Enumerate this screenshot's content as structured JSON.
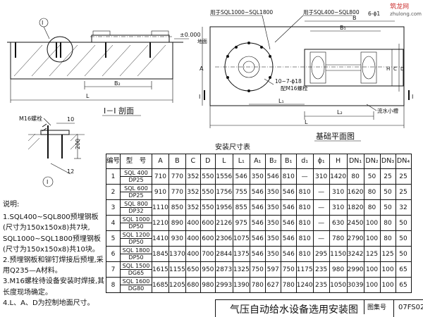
{
  "watermark": {
    "brand": "筑龙网",
    "site": "zhulong.com"
  },
  "section_view": {
    "title": "I－I 剖面",
    "elevation": "±0.000",
    "floor_label": "地面",
    "dim_L": "L",
    "dim_B2": "B₂",
    "section_mark": "I"
  },
  "detail_view": {
    "bolt_label": "M16螺栓",
    "callout_top": "10",
    "callout_bottom": "12",
    "dim_height": "200",
    "detail_mark": "I"
  },
  "plan_view": {
    "title": "基础平面图",
    "note_sql1000": "用于SQL1000~SQL1800",
    "note_sql400": "用于SQL400~SQL800",
    "hole_label": "6-ϕ1",
    "anchor_label": "10~7-ϕ18",
    "bolt_label": "配M16螺栓",
    "drain_label": "流水小槽",
    "dim_B": "B",
    "dim_B1": "B₁",
    "dim_A": "A",
    "dim_C": "C",
    "dim_D": "D",
    "dim_H": "H",
    "dim_L1": "L₁",
    "dim_L2": "L₂",
    "section_mark": "I"
  },
  "table": {
    "caption": "安装尺寸表",
    "headers": [
      "编号",
      "型　号",
      "A",
      "B",
      "C",
      "D",
      "L",
      "L₁",
      "A₁",
      "B₂",
      "B₁",
      "d₁",
      "ϕ₁",
      "H",
      "DN₁",
      "DN₂",
      "DN₃",
      "DN₄"
    ],
    "rows": [
      {
        "no": "1",
        "model": [
          "SQL 400",
          "DP25"
        ],
        "vals": [
          "710",
          "770",
          "352",
          "550",
          "1556",
          "546",
          "350",
          "546",
          "810",
          "—",
          "310",
          "1420",
          "80",
          "50",
          "25",
          "25"
        ]
      },
      {
        "no": "2",
        "model": [
          "SQL 600",
          "DP25"
        ],
        "vals": [
          "910",
          "770",
          "352",
          "550",
          "1756",
          "755",
          "546",
          "350",
          "546",
          "810",
          "—",
          "310",
          "1620",
          "80",
          "50",
          "25"
        ]
      },
      {
        "no": "3",
        "model": [
          "SQL 800",
          "DP32"
        ],
        "vals": [
          "1110",
          "850",
          "352",
          "550",
          "1956",
          "855",
          "546",
          "350",
          "546",
          "810",
          "—",
          "310",
          "1820",
          "80",
          "50",
          "32"
        ]
      },
      {
        "no": "4",
        "model": [
          "SQL 1000",
          "DP50"
        ],
        "vals": [
          "1210",
          "890",
          "400",
          "600",
          "2126",
          "975",
          "546",
          "350",
          "546",
          "810",
          "—",
          "630",
          "2450",
          "100",
          "80",
          "50"
        ]
      },
      {
        "no": "5",
        "model": [
          "SQL 1200",
          "DP50"
        ],
        "vals": [
          "1410",
          "930",
          "400",
          "600",
          "2306",
          "1075",
          "546",
          "350",
          "546",
          "810",
          "—",
          "780",
          "2790",
          "100",
          "80",
          "50"
        ]
      },
      {
        "no": "6",
        "model": [
          "SQL 1800",
          "DP50"
        ],
        "vals": [
          "1845",
          "1370",
          "400",
          "700",
          "2844",
          "1375",
          "546",
          "350",
          "546",
          "810",
          "295",
          "1150",
          "3242",
          "125",
          "125",
          "50"
        ]
      },
      {
        "no": "7",
        "model": [
          "SQL 1500",
          "DG65"
        ],
        "vals": [
          "1615",
          "1155",
          "650",
          "950",
          "2873",
          "1325",
          "750",
          "597",
          "750",
          "1175",
          "235",
          "980",
          "2990",
          "100",
          "100",
          "65"
        ]
      },
      {
        "no": "8",
        "model": [
          "SQL 1600",
          "DG80"
        ],
        "vals": [
          "1685",
          "1205",
          "680",
          "980",
          "2993",
          "1390",
          "780",
          "627",
          "780",
          "1240",
          "235",
          "1050",
          "3039",
          "100",
          "100",
          "65"
        ]
      }
    ]
  },
  "notes": {
    "head": "说明:",
    "items": [
      "1.SQL400~SQL800预埋钢板(尺寸为150x150x8)共7块, SQL1000~SQL1800预埋钢板(尺寸为150x150x8)共10块。",
      "2.预埋钢板和铆钉焊接后预埋,采用Q235—A材料。",
      "3.M16螺栓待设备安装时焊接,其长度现场确定。",
      "4.L、A、D为控制地面尺寸。"
    ]
  },
  "title_block": {
    "title": "气压自动给水设备选用安装图",
    "label": "图集号",
    "number": "07FS02"
  }
}
